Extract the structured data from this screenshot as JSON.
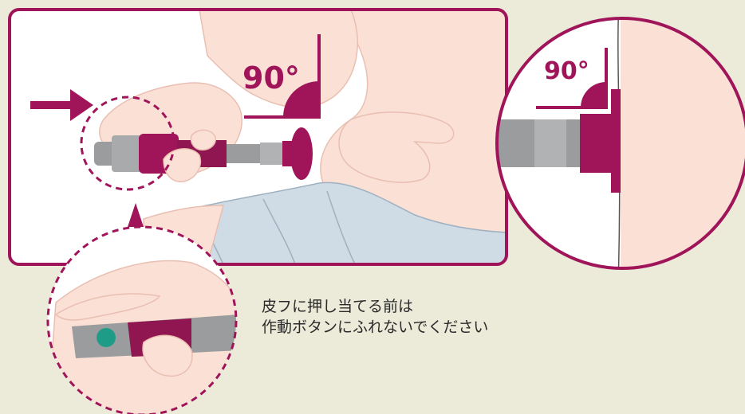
{
  "main_panel": {
    "angle_label": "90°"
  },
  "zoom_panel": {
    "angle_label": "90°"
  },
  "caption": {
    "line1": "皮フに押し当てる前は",
    "line2": "作動ボタンにふれないでください"
  },
  "colors": {
    "background": "#ecebd9",
    "accent": "#a0155a",
    "panel_bg": "#ffffff",
    "skin": "#fbe0d6",
    "cloth": "#cfdbe5",
    "device_gray": "#9a9c9d",
    "button_teal": "#1f9c87"
  },
  "icons": [
    "right-arrow-icon",
    "up-triangle-pointer-icon",
    "right-angle-icon"
  ]
}
